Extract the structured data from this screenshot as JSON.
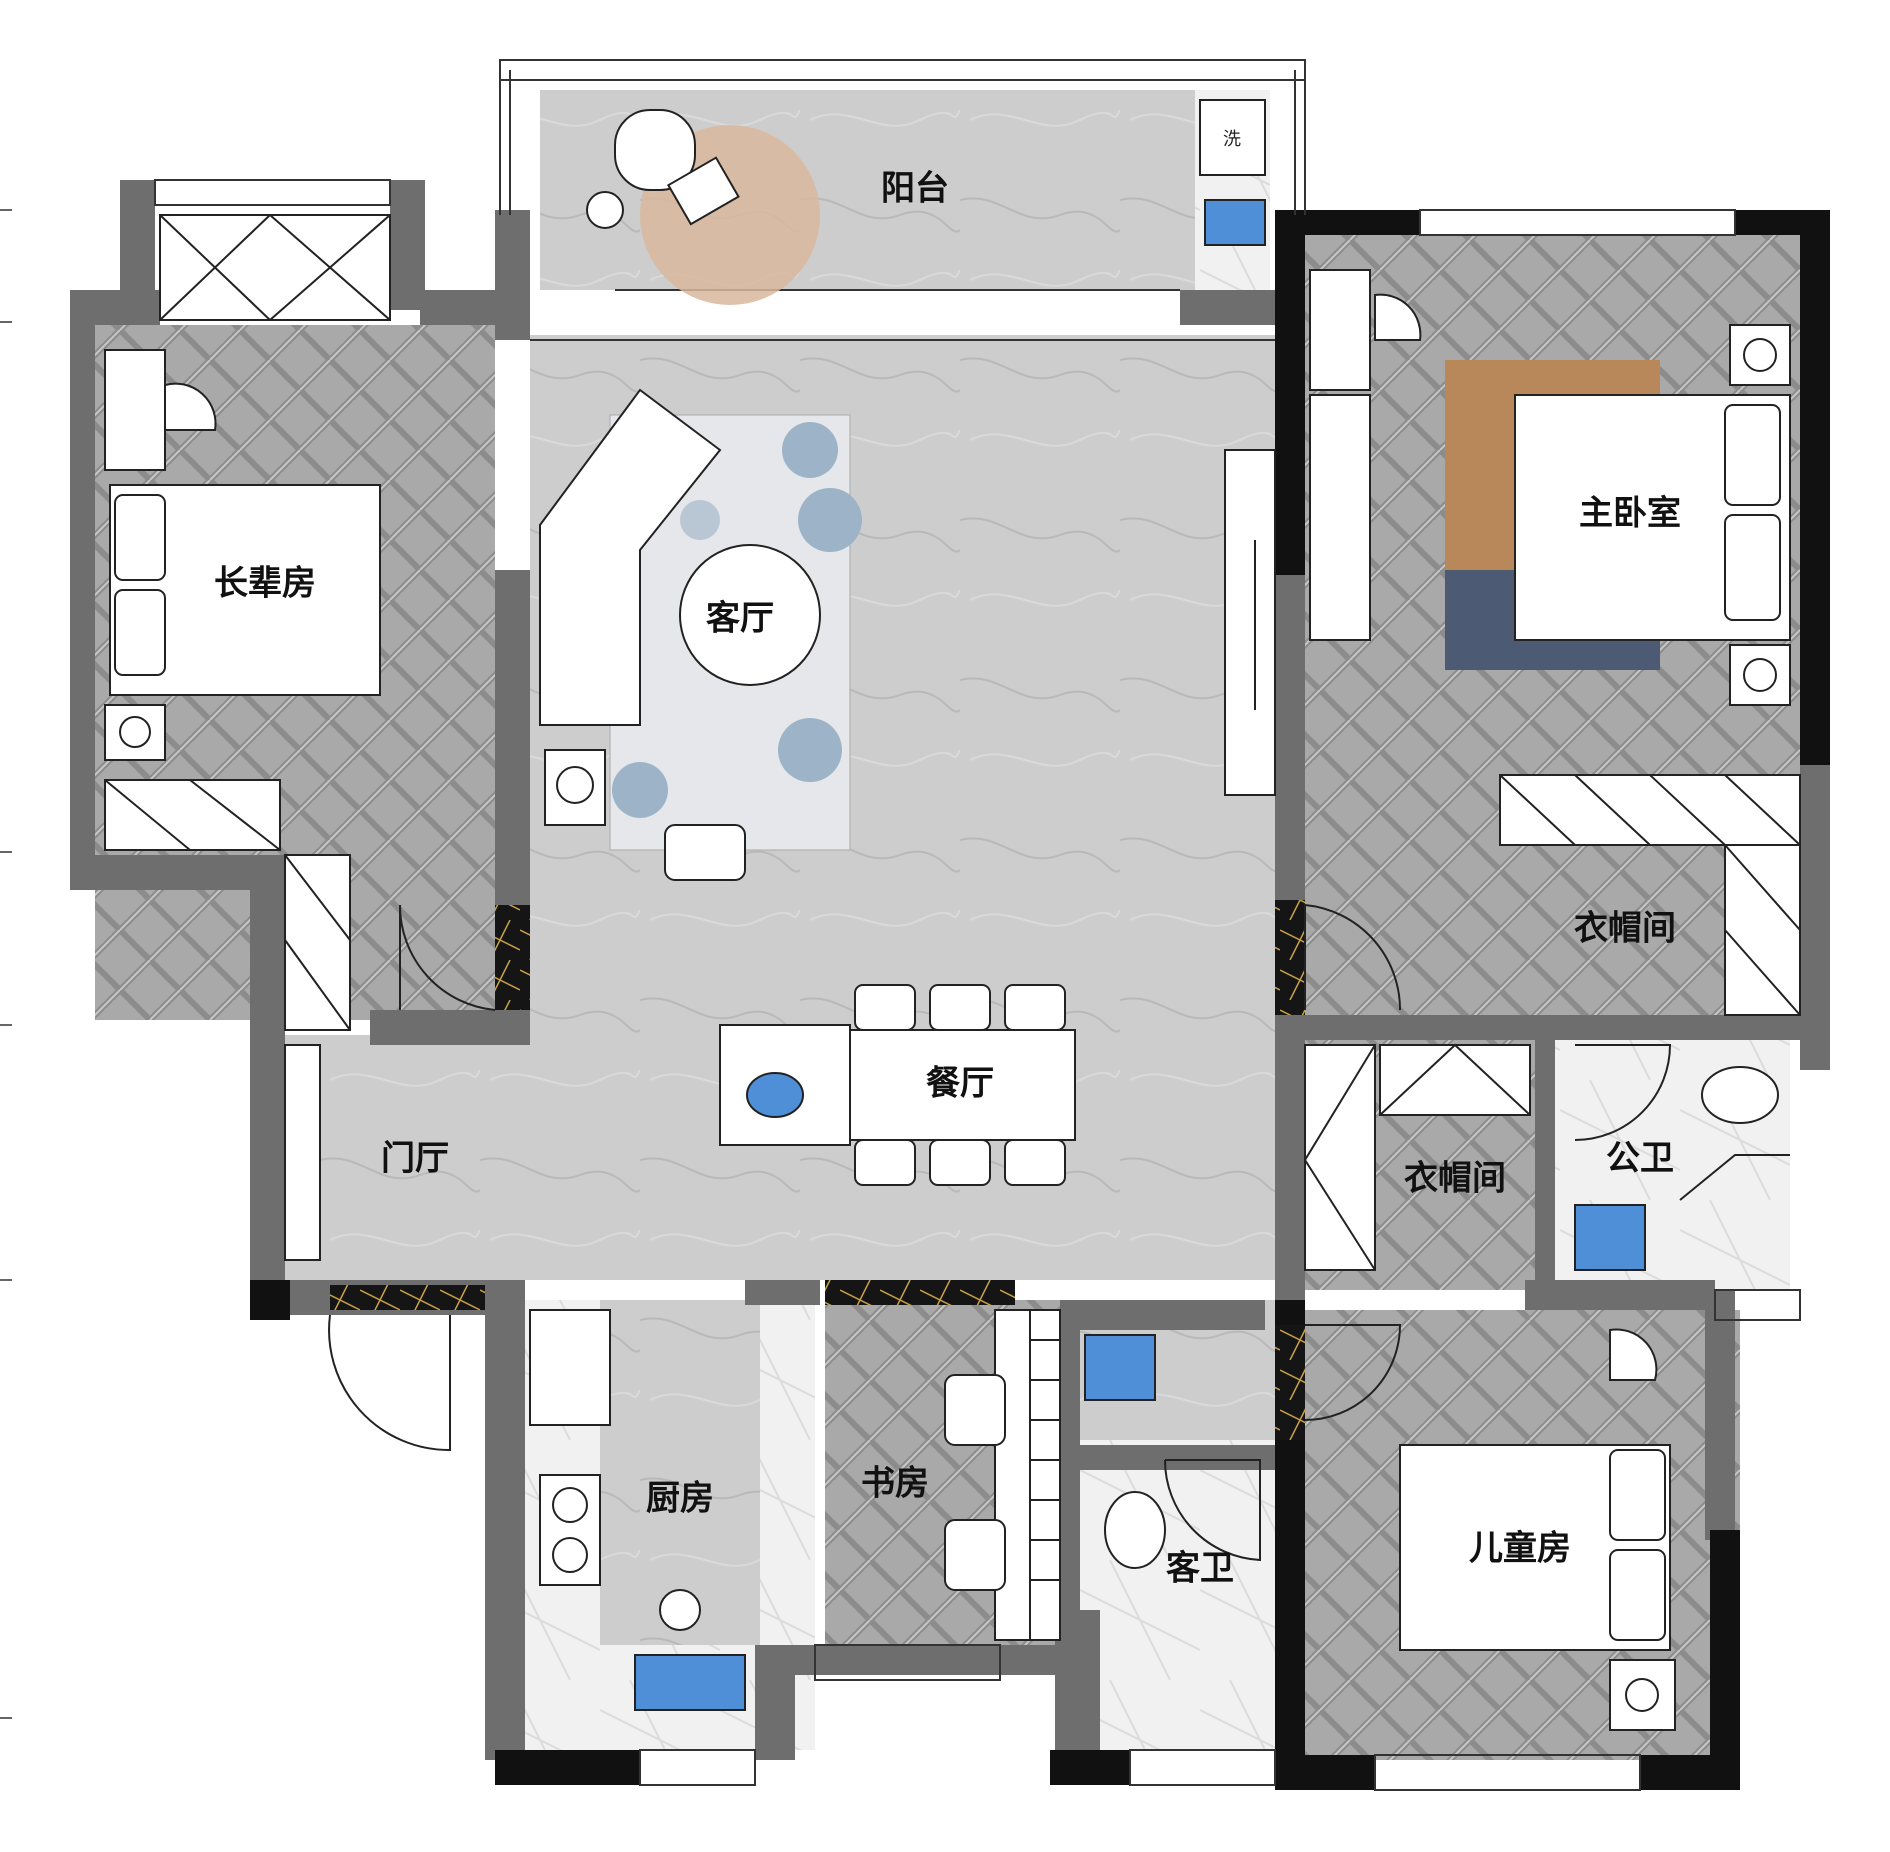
{
  "rooms": {
    "balcony": "阳台",
    "elders_room": "长辈房",
    "living_room": "客厅",
    "master_bedroom": "主卧室",
    "master_closet": "衣帽间",
    "dining_room": "餐厅",
    "foyer": "门厅",
    "second_closet": "衣帽间",
    "public_bathroom": "公卫",
    "kitchen": "厨房",
    "study": "书房",
    "guest_bathroom": "客卫",
    "childrens_room": "儿童房"
  },
  "appliances": {
    "washer": "洗"
  },
  "colors": {
    "wall": "#6e6e6e",
    "wall_dark": "#111111",
    "marble": "#cfcfcf",
    "herringbone": "#a9a9a9",
    "furniture": "#ffffff",
    "sink_blue": "#4f8fd8",
    "rug_warm": "#b8875a",
    "rug_cool": "#9db4c8"
  }
}
